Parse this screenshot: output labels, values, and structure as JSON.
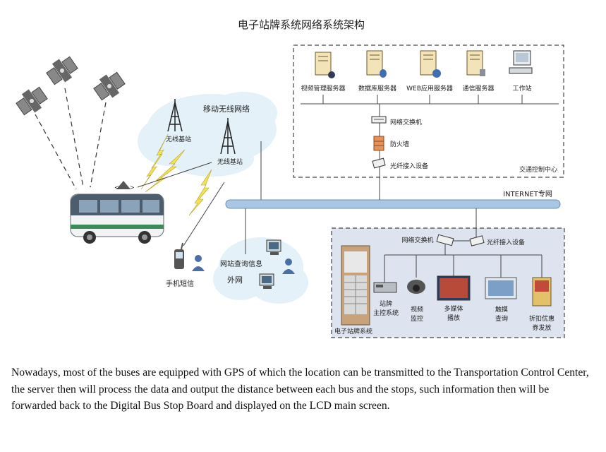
{
  "title": "电子站牌系统网络系统架构",
  "control_center": {
    "label": "交通控制中心",
    "servers": [
      {
        "label": "视频管理服务器"
      },
      {
        "label": "数据库服务器"
      },
      {
        "label": "WEB应用服务器"
      },
      {
        "label": "通信服务器"
      },
      {
        "label": "工作站"
      }
    ],
    "switch_label": "网络交换机",
    "firewall_label": "防火墙",
    "fiber_label": "光纤接入设备"
  },
  "internet_label": "INTERNET专网",
  "wireless": {
    "network_label": "移动无线网络",
    "station1_label": "无线基站",
    "station2_label": "无线基站"
  },
  "mobile_label": "手机短信",
  "external": {
    "label1": "网站查询信息",
    "label2": "外网"
  },
  "bus_stop_system": {
    "label": "电子站牌系统",
    "switch_label": "网络交换机",
    "fiber_label": "光纤接入设备",
    "devices": [
      {
        "line1": "站牌",
        "line2": "主控系统"
      },
      {
        "line1": "视频",
        "line2": "监控"
      },
      {
        "line1": "多媒体",
        "line2": "播放"
      },
      {
        "line1": "触摸",
        "line2": "查询"
      },
      {
        "line1": "折扣优惠",
        "line2": "券发放"
      }
    ]
  },
  "caption": "Nowadays, most of the buses are equipped with GPS of which the location can be transmitted to the Transportation Control Center, the server then will process the data and output the distance between each bus and the stops, such information then will be forwarded back to the Digital Bus Stop Board and displayed on the LCD main screen.",
  "colors": {
    "internet_bar": "#a9c6e2",
    "bus_stop_box": "#dde4ef",
    "cloud": "#e4f1f8",
    "lightning": "#f1e25a"
  }
}
